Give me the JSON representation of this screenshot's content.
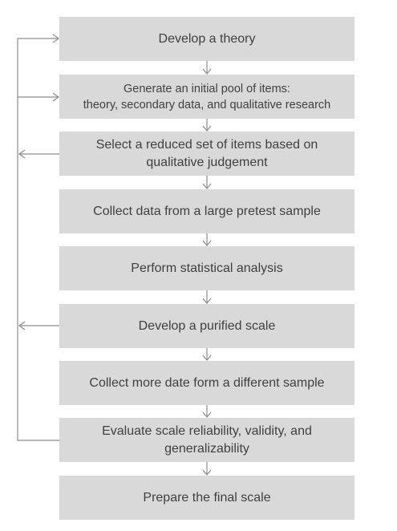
{
  "steps": [
    {
      "label": "Develop a theory"
    },
    {
      "label": "Generate an initial pool of items:\ntheory, secondary data, and qualitative research"
    },
    {
      "label": "Select a reduced set of items based on\nqualitative judgement"
    },
    {
      "label": "Collect data from a large pretest sample"
    },
    {
      "label": "Perform statistical analysis"
    },
    {
      "label": "Develop a purified scale"
    },
    {
      "label": "Collect more date form a different sample"
    },
    {
      "label": "Evaluate scale reliability, validity, and\ngeneralizability"
    },
    {
      "label": "Prepare the final scale"
    }
  ],
  "colors": {
    "box_fill": "#d9d9d9",
    "text": "#404040",
    "arrow": "#8c8c8c"
  }
}
